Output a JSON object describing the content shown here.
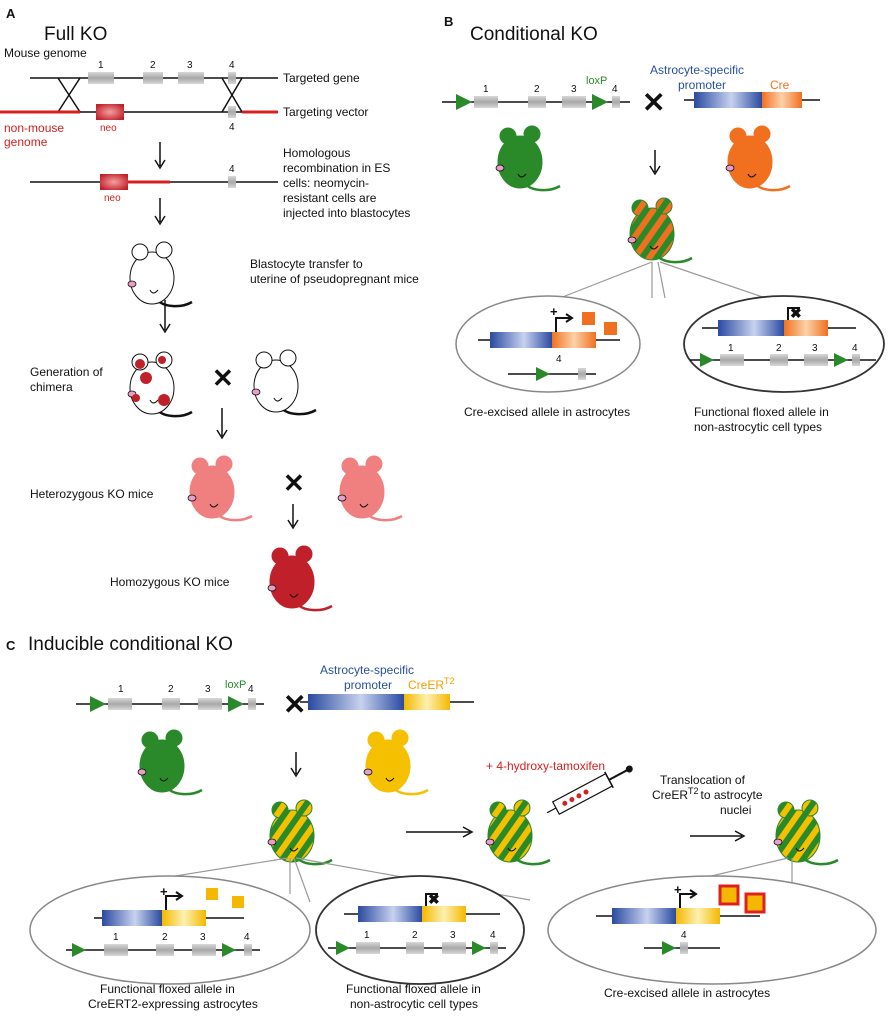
{
  "panels": {
    "a": {
      "letter": "A",
      "title": "Full KO",
      "mouse_genome": "Mouse genome",
      "targeted_gene": "Targeted gene",
      "targeting_vector": "Targeting vector",
      "non_mouse_1": "non-mouse",
      "non_mouse_2": "genome",
      "neo": "neo",
      "exons": [
        "1",
        "2",
        "3",
        "4"
      ],
      "homologous": [
        "Homologous",
        "recombination in ES",
        "cells: neomycin-",
        "resistant cells are",
        "injected into blastocytes"
      ],
      "blastocyte": [
        "Blastocyte transfer to",
        "uterine of pseudopregnant mice"
      ],
      "chimera": [
        "Generation of",
        "chimera"
      ],
      "heterozygous": "Heterozygous KO mice",
      "homozygous": "Homozygous KO mice"
    },
    "b": {
      "letter": "B",
      "title": "Conditional KO",
      "loxp": "loxP",
      "promoter_1": "Astrocyte-specific",
      "promoter_2": "promoter",
      "cre": "Cre",
      "plus": "+",
      "excised": "Cre-excised allele in astrocytes",
      "functional": [
        "Functional floxed allele in",
        "non-astrocytic cell types"
      ]
    },
    "c": {
      "letter": "C",
      "title": "Inducible conditional KO",
      "loxp": "loxP",
      "promoter_1": "Astrocyte-specific",
      "promoter_2": "promoter",
      "creer": "CreER",
      "sup": "T2",
      "tamoxifen": "+ 4-hydroxy-tamoxifen",
      "translocation": [
        "Translocation of",
        "CreER",
        "T2",
        "to astrocyte",
        "nuclei"
      ],
      "caption1": [
        "Functional floxed allele in",
        "CreERT2-expressing astrocytes"
      ],
      "caption2": [
        "Functional floxed allele in",
        "non-astrocytic cell types"
      ],
      "caption3": "Cre-excised allele in astrocytes"
    }
  },
  "colors": {
    "green": "#2a8a2a",
    "orange": "#f07020",
    "red": "#c0202a",
    "pink": "#f08080",
    "yellow": "#f5c000",
    "blue": "#3050a0"
  }
}
